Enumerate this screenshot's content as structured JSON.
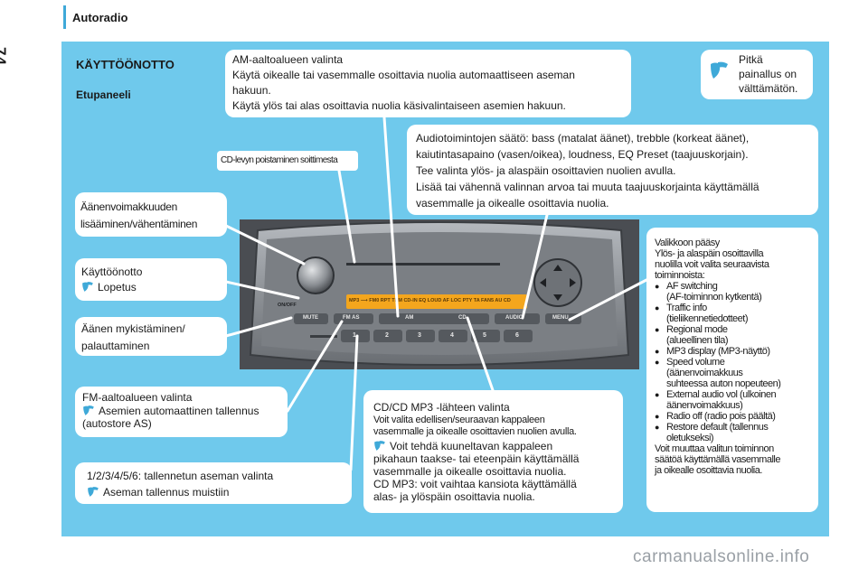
{
  "page": {
    "number": "74",
    "section": "Autoradio"
  },
  "title": "KÄYTTÖÖNOTTO",
  "subtitle": "Etupaneeli",
  "colors": {
    "panel": "#6fc9ec",
    "accent": "#3fa9d8"
  },
  "icons": {
    "press_hint": "water-drop-icon"
  },
  "am_box": {
    "l1": "AM-aaltoalueen valinta",
    "l2": "Käytä oikealle tai vasemmalle osoittavia nuolia automaattiseen aseman",
    "l3": "hakuun.",
    "l4": "Käytä ylös tai alas osoittavia nuolia käsivalintaiseen asemien hakuun."
  },
  "long_press": {
    "l1": "Pitkä",
    "l2": "painallus on",
    "l3": "välttämätön."
  },
  "audio_box": {
    "l1": "Audiotoimintojen säätö: bass (matalat äänet), trebble (korkeat äänet),",
    "l2": "kaiutintasapaino (vasen/oikea), loudness, EQ Preset (taajuuskorjain).",
    "l3": "Tee valinta ylös- ja alaspäin osoittavien nuolien avulla.",
    "l4": "Lisää tai vähennä valinnan arvoa tai muuta taajuuskorjainta käyttämällä",
    "l5": "vasemmalle ja oikealle osoittavia nuolia."
  },
  "cd_eject": "CD-levyn poistaminen soittimesta",
  "volume_box": {
    "l1": "Äänenvoimakkuuden",
    "l2": "lisääminen/vähentäminen"
  },
  "onoff_box": {
    "l1": "Käyttöönotto",
    "l2": "Lopetus"
  },
  "mute_box": {
    "l1": "Äänen mykistäminen/",
    "l2": "palauttaminen"
  },
  "fm_box": {
    "l1": "FM-aaltoalueen valinta",
    "l2": "Asemien automaattinen tallennus",
    "l3": "(autostore AS)"
  },
  "preset_box": {
    "l1": "1/2/3/4/5/6: tallennetun aseman valinta",
    "l2": "Aseman tallennus muistiin"
  },
  "cd_box": {
    "l1": "CD/CD MP3 -lähteen valinta",
    "l2": "Voit valita edellisen/seuraavan kappaleen",
    "l3": "vasemmalle ja oikealle osoittavien nuolien avulla.",
    "l4": "Voit tehdä kuuneltavan kappaleen",
    "l5": "pikahaun taakse- tai eteenpäin käyttämällä",
    "l6": "vasemmalle ja oikealle osoittavia nuolia.",
    "l7": "CD MP3: voit vaihtaa kansiota käyttämällä",
    "l8": "alas- ja ylöspäin osoittavia nuolia."
  },
  "menu_box": {
    "l1": "Valikkoon pääsy",
    "l2": "Ylös- ja alaspäin osoittavilla",
    "l3": "nuolilla voit valita seuraavista",
    "l4": "toiminnoista:",
    "items": [
      {
        "a": "AF switching",
        "b": "(AF-toiminnon kytkentä)"
      },
      {
        "a": "Traffic info",
        "b": "(tieliikennetiedotteet)"
      },
      {
        "a": "Regional mode",
        "b": "(alueellinen tila)"
      },
      {
        "a": "MP3 display (MP3-näyttö)",
        "b": ""
      },
      {
        "a": "Speed volume",
        "b": "(äänenvoimakkuus",
        "c": "suhteessa auton nopeuteen)"
      },
      {
        "a": "External audio vol (ulkoinen",
        "b": "äänenvoimakkuus)"
      },
      {
        "a": "Radio off (radio pois päältä)",
        "b": ""
      },
      {
        "a": "Restore default (tallennus",
        "b": "oletukseksi)"
      }
    ],
    "f1": "Voit muuttaa valitun toiminnon",
    "f2": "säätöä käyttämällä vasemmalle",
    "f3": "ja oikealle osoittavia nuolia."
  },
  "radio": {
    "display": "MP3  ⟶ FM0  RPT  TPM  CD-IN  EQ  LOUD  AF  LOC  PTY  TA  FAN5  AU  CD",
    "buttons": {
      "onoff": "ON/OFF",
      "mute": "MUTE",
      "fm": "FM AS",
      "am": "AM",
      "cd": "CD",
      "audio": "AUDIO",
      "menu": "MENU"
    },
    "presets": [
      "1",
      "2",
      "3",
      "4",
      "5",
      "6"
    ]
  },
  "footer": "carmanualsonline.info"
}
